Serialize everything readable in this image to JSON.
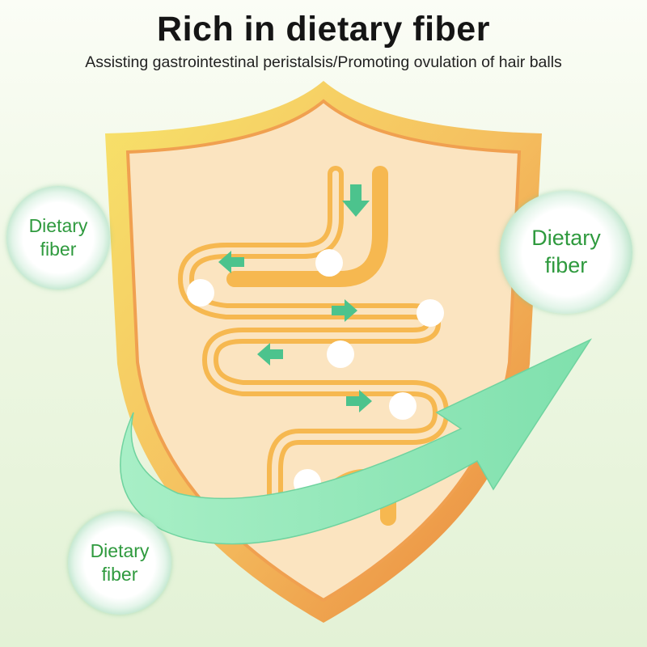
{
  "header": {
    "title": "Rich in dietary fiber",
    "subtitle": "Assisting gastrointestinal peristalsis/Promoting ovulation of hair balls"
  },
  "bubbles": [
    {
      "line1": "Dietary",
      "line2": "fiber"
    },
    {
      "line1": "Dietary",
      "line2": "fiber"
    },
    {
      "line1": "Dietary",
      "line2": "fiber"
    }
  ],
  "colors": {
    "shield_outer": "#f2c85a",
    "shield_inner": "#fbe5c3",
    "intestine": "#f5b54a",
    "arrows": "#4cc38d",
    "swoosh": "#8ee8b8",
    "text_green": "#2f9a3e"
  }
}
